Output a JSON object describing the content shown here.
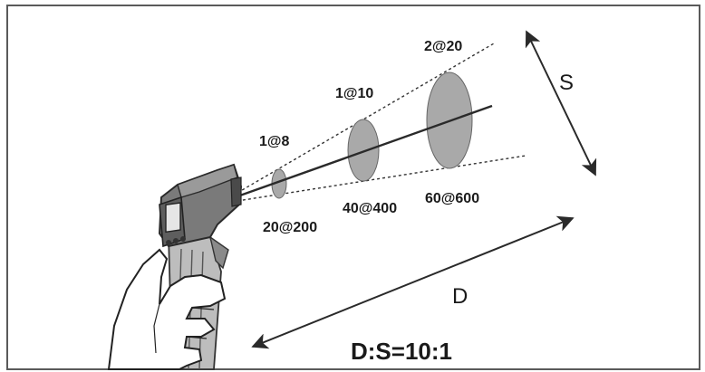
{
  "diagram": {
    "title": "D:S=10:1",
    "distance_label": "D",
    "spot_label": "S",
    "spots": [
      {
        "top_label": "1@8",
        "bottom_label": "20@200"
      },
      {
        "top_label": "1@10",
        "bottom_label": "40@400"
      },
      {
        "top_label": "2@20",
        "bottom_label": "60@600"
      }
    ],
    "colors": {
      "border": "#5a5a5a",
      "line": "#2a2a2a",
      "spot_fill": "#a9a9a9",
      "device": "#6e6e6e"
    }
  }
}
